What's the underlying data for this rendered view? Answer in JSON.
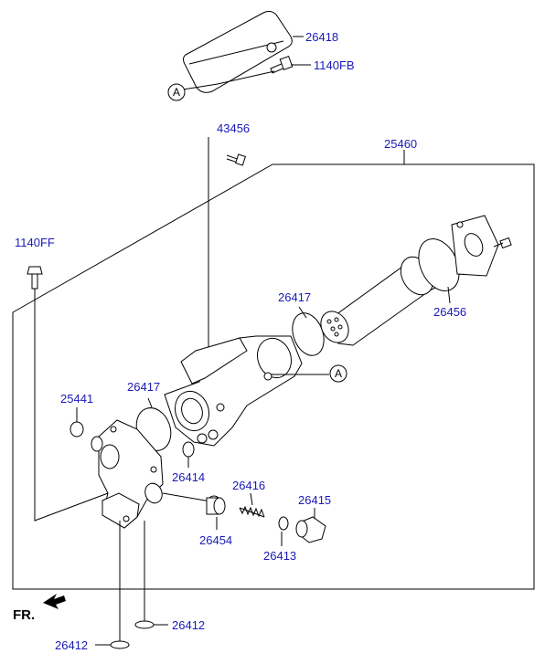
{
  "diagram": {
    "labels": {
      "p26418": "26418",
      "p1140FB": "1140FB",
      "p43456": "43456",
      "p25460": "25460",
      "p1140FF": "1140FF",
      "p26417_upper": "26417",
      "p26456": "26456",
      "p25441": "25441",
      "p26417_lower": "26417",
      "p26414": "26414",
      "p26416": "26416",
      "p26415": "26415",
      "p26454": "26454",
      "p26413": "26413",
      "p26412_right": "26412",
      "p26412_bottom": "26412"
    },
    "ref_marks": {
      "top": "A",
      "middle": "A"
    },
    "direction": {
      "label": "FR."
    },
    "colors": {
      "label": "#1a1ab8",
      "line": "#000000"
    }
  }
}
